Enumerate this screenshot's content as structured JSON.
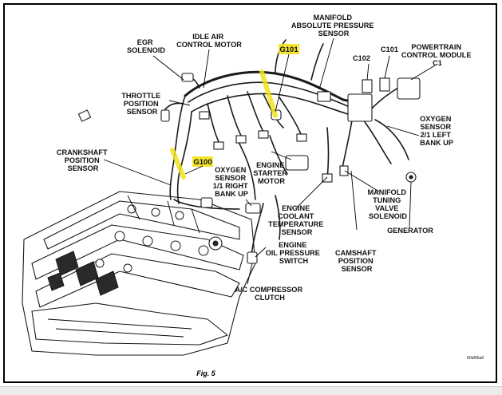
{
  "labels": {
    "egr_solenoid": [
      "EGR",
      "SOLENOID"
    ],
    "idle_air_control_motor": [
      "IDLE AIR",
      "CONTROL MOTOR"
    ],
    "manifold_absolute_pressure_sensor": [
      "MANIFOLD",
      "ABSOLUTE PRESSURE",
      "SENSOR"
    ],
    "g101": "G101",
    "c102": "C102",
    "c101": "C101",
    "powertrain_control_module": [
      "POWERTRAIN",
      "CONTROL MODULE",
      "C1"
    ],
    "throttle_position_sensor": [
      "THROTTLE",
      "POSITION",
      "SENSOR"
    ],
    "oxygen_sensor_left": [
      "OXYGEN",
      "SENSOR",
      "2/1 LEFT",
      "BANK UP"
    ],
    "crankshaft_position_sensor": [
      "CRANKSHAFT",
      "POSITION",
      "SENSOR"
    ],
    "g100": "G100",
    "oxygen_sensor_right": [
      "OXYGEN",
      "SENSOR",
      "1/1 RIGHT",
      "BANK UP"
    ],
    "engine_starter_motor": [
      "ENGINE",
      "STARTER",
      "MOTOR"
    ],
    "manifold_tuning_valve_solenoid": [
      "MANIFOLD",
      "TUNING",
      "VALVE",
      "SOLENOID"
    ],
    "engine_coolant_temperature_sensor": [
      "ENGINE",
      "COOLANT",
      "TEMPERATURE",
      "SENSOR"
    ],
    "generator": "GENERATOR",
    "engine_oil_pressure_switch": [
      "ENGINE",
      "OIL PRESSURE",
      "SWITCH"
    ],
    "camshaft_position_sensor": [
      "CAMSHAFT",
      "POSITION",
      "SENSOR"
    ],
    "ac_compressor_clutch": [
      "A/C COMPRESSOR",
      "CLUTCH"
    ]
  },
  "figure_caption": "Fig. 5",
  "drawing_code": "80bf96a8",
  "colors": {
    "highlight": "#f2e21a",
    "ink": "#1a1a1a"
  }
}
